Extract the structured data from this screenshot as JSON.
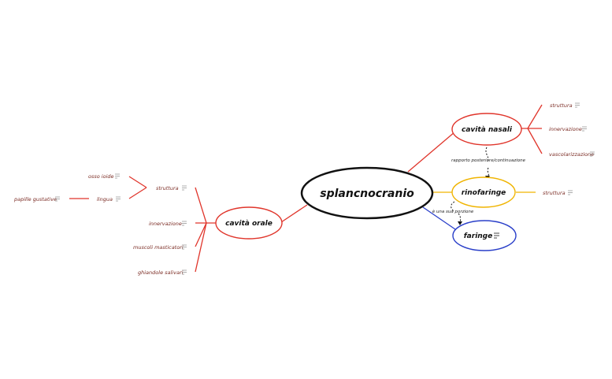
{
  "central": {
    "label": "splancnocranio"
  },
  "nodes": {
    "cavita_nasali": {
      "label": "cavità nasali",
      "color": "#e0352b"
    },
    "rinofaringe": {
      "label": "rinofaringe",
      "color": "#f0b400"
    },
    "faringe": {
      "label": "faringe",
      "color": "#2a3fc9"
    },
    "cavita_orale": {
      "label": "cavità orale",
      "color": "#e0352b"
    }
  },
  "leaves": {
    "nasali_struttura": "struttura",
    "nasali_innervazione": "innervazione",
    "nasali_vascolarizzazione": "vascolarizzazione",
    "rino_struttura": "struttura",
    "orale_struttura": "struttura",
    "orale_osso_ioide": "osso ioide",
    "orale_lingua": "lingua",
    "orale_papille": "papille gustative",
    "orale_innervazione": "innervazione",
    "orale_muscoli": "muscoli masticatori",
    "orale_ghiandole": "ghiandole salivari"
  },
  "relationships": {
    "nasali_rino": "rapporto posteriore/continuazione",
    "rino_faringe": "è una sua porzione"
  },
  "colors": {
    "leaf_text": "#7a2a22",
    "central_border": "#111111",
    "note_icon": "#888888"
  },
  "icons": {
    "note": "notes-icon"
  }
}
